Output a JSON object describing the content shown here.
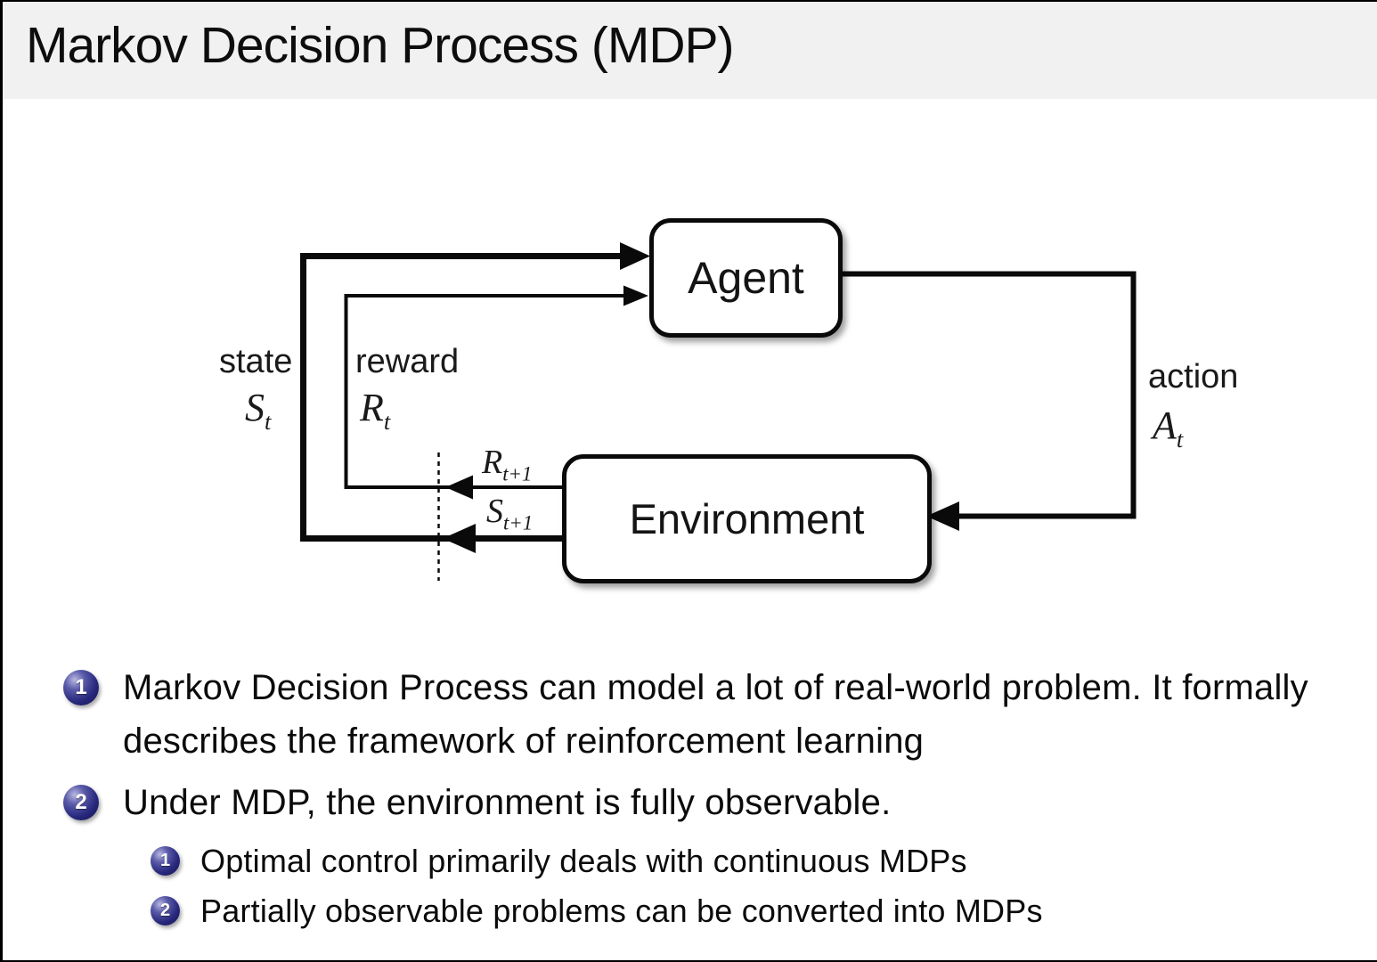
{
  "header": {
    "title": "Markov Decision Process (MDP)"
  },
  "diagram": {
    "agent_label": "Agent",
    "environment_label": "Environment",
    "state_label": "state",
    "state_symbol": {
      "base": "S",
      "sub": "t"
    },
    "reward_label": "reward",
    "reward_symbol": {
      "base": "R",
      "sub": "t"
    },
    "next_reward_symbol": {
      "base": "R",
      "sub": "t+1"
    },
    "next_state_symbol": {
      "base": "S",
      "sub": "t+1"
    },
    "action_label": "action",
    "action_symbol": {
      "base": "A",
      "sub": "t"
    }
  },
  "bullets": [
    {
      "number": "1",
      "text": "Markov Decision Process can model a lot of real-world problem. It formally describes the framework of reinforcement learning",
      "sub": []
    },
    {
      "number": "2",
      "text": "Under MDP, the environment is fully observable.",
      "sub": [
        {
          "number": "1",
          "text": "Optimal control primarily deals with continuous MDPs"
        },
        {
          "number": "2",
          "text": "Partially observable problems can be converted into MDPs"
        }
      ]
    }
  ],
  "colors": {
    "header_bg": "#f1f1f1",
    "bullet_ball": "#28287d",
    "diagram_line": "#000000",
    "box_fill": "#ffffff"
  }
}
